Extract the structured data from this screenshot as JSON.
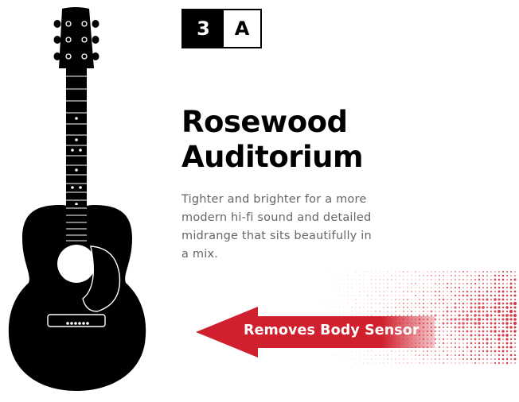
{
  "badge": {
    "number": "3",
    "letter": "A"
  },
  "title": {
    "line1": "Rosewood",
    "line2": "Auditorium"
  },
  "description": "Tighter and brighter for a more modern hi-fi sound and detailed midrange that sits beautifully in a mix.",
  "callout": {
    "label": "Removes Body Sensor"
  },
  "colors": {
    "accent": "#d0202e",
    "ink": "#000000",
    "muted": "#666666"
  },
  "icons": {
    "guitar": "acoustic-guitar-icon",
    "arrow": "left-arrow-icon"
  }
}
